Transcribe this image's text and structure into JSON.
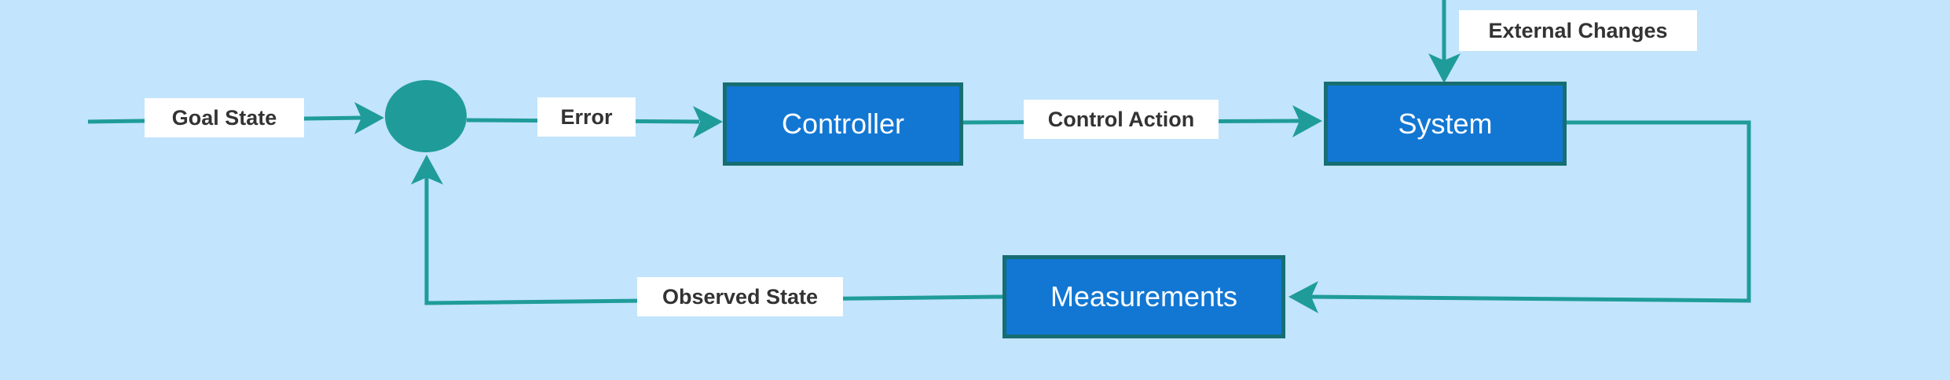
{
  "colors": {
    "background": "#c2e4fc",
    "block_fill": "#1277d3",
    "block_border": "#166e73",
    "wire": "#1f9c9a",
    "junction": "#1f9c9a",
    "label_fill": "#ffffff",
    "label_text": "#333333",
    "block_text": "#ffffff"
  },
  "blocks": {
    "controller": "Controller",
    "system": "System",
    "measurements": "Measurements"
  },
  "labels": {
    "goal_state": "Goal State",
    "error": "Error",
    "control_action": "Control Action",
    "external_changes": "External Changes",
    "observed_state": "Observed State"
  }
}
